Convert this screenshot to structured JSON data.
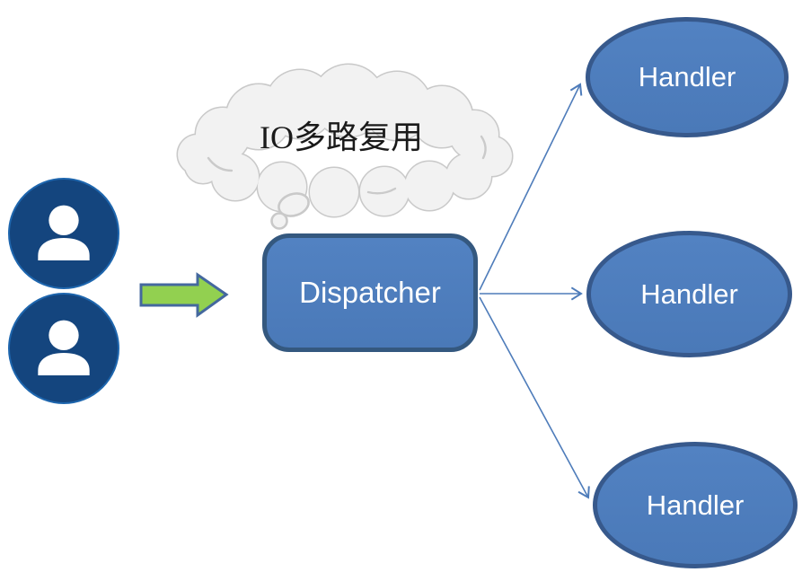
{
  "cloud": {
    "label": "IO多路复用",
    "fill": "#f2f2f2",
    "stroke": "#c9c9c9",
    "text_color": "#1a1a1a"
  },
  "clients": {
    "icon": "user-icon",
    "fill": "#14457e",
    "ring": "#1e66ae",
    "glyph_color": "#ffffff"
  },
  "flow_arrow": {
    "icon": "block-arrow-right-icon",
    "fill": "#92d050",
    "stroke": "#44689e"
  },
  "dispatcher": {
    "label": "Dispatcher",
    "fill": "#4c7cbe",
    "stroke": "#34587f",
    "text_color": "#ffffff"
  },
  "handlers": [
    {
      "label": "Handler"
    },
    {
      "label": "Handler"
    },
    {
      "label": "Handler"
    }
  ],
  "handler_style": {
    "fill": "#4c7cbe",
    "stroke": "#37598c",
    "text_color": "#ffffff"
  },
  "connectors": {
    "color": "#4e7cba",
    "style": "thin-line-open-arrowhead"
  }
}
